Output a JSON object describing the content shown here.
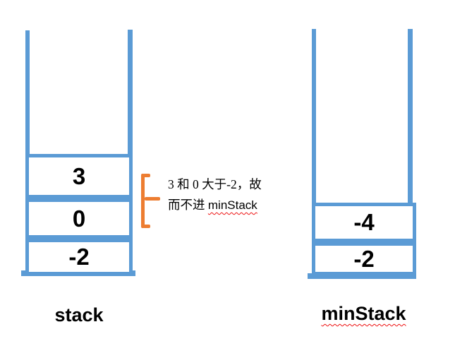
{
  "colors": {
    "blue": "#5B9BD5",
    "orange": "#ED7D31",
    "text": "#000000",
    "squiggle_red": "#EE1111"
  },
  "stack": {
    "label": "stack",
    "cells": [
      "3",
      "0",
      "-2"
    ]
  },
  "min_stack": {
    "label": "minStack",
    "cells": [
      "-4",
      "-2"
    ]
  },
  "annotation": {
    "line1": "3 和 0 大于-2，故",
    "line2_prefix": "而不进 ",
    "line2_word": "minStack"
  }
}
